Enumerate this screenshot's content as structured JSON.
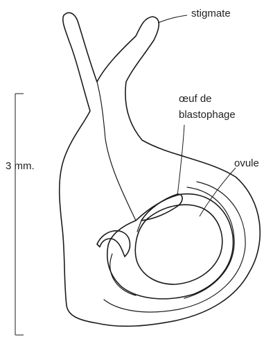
{
  "labels": {
    "stigmate": "stigmate",
    "oeuf_line1": "œuf de",
    "oeuf_line2": "blastophage",
    "ovule": "ovule",
    "scale": "3 mm."
  },
  "colors": {
    "ink": "#1a1a1a",
    "background": "#ffffff"
  }
}
